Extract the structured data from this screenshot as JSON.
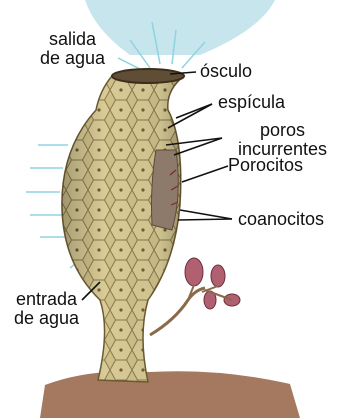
{
  "labels": {
    "salida": [
      "salida",
      "de agua"
    ],
    "osculo": "ósculo",
    "espicula": "espícula",
    "poros": [
      "poros",
      "incurrentes"
    ],
    "porocitos": "Porocitos",
    "coanocitos": "coanocitos",
    "entrada": [
      "entrada",
      "de agua"
    ]
  },
  "colors": {
    "body_fill": "#cfc08a",
    "cell_line": "#8a7a4c",
    "cavity": "#8d7a6a",
    "ground": "#a57860",
    "water_top": "#b9dfe9",
    "current_lines": "#8fd3e3",
    "budding": "#b06070"
  }
}
